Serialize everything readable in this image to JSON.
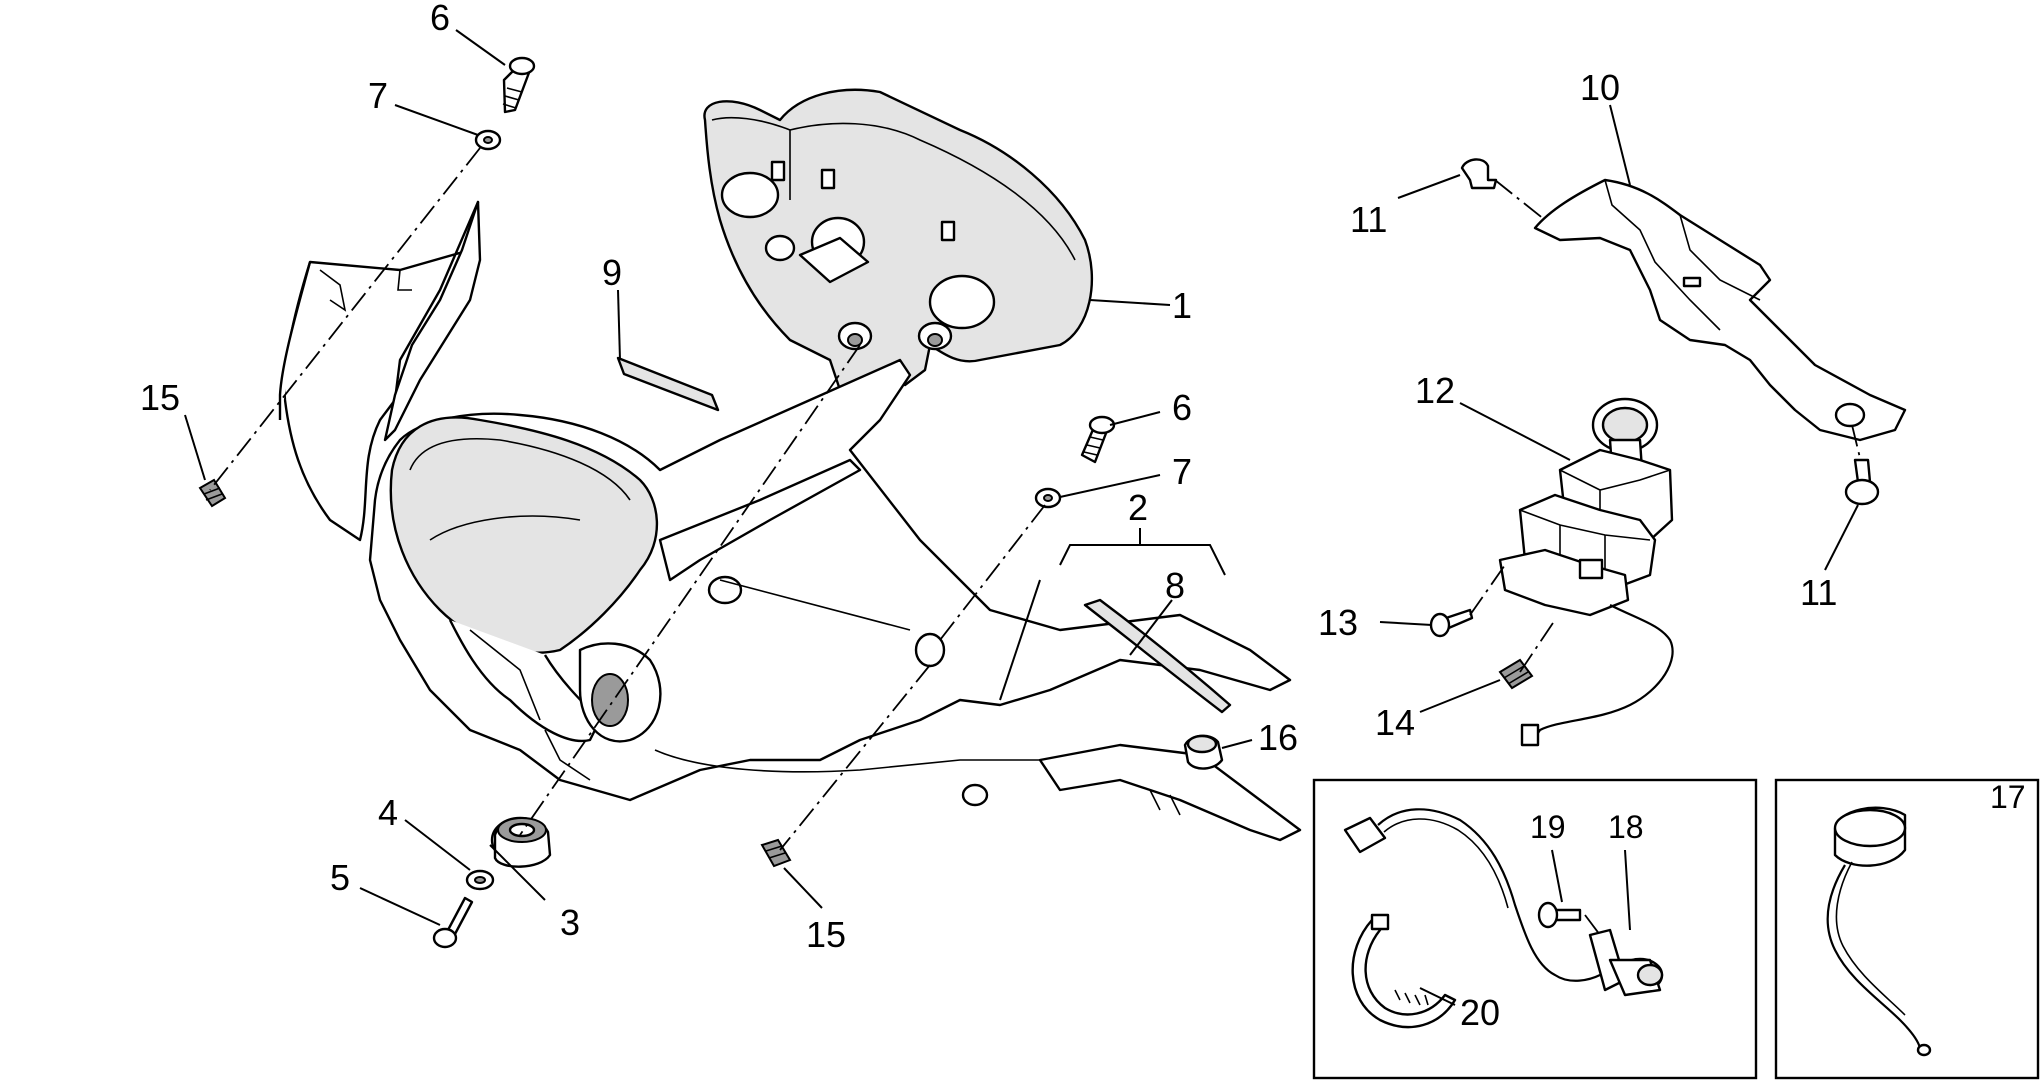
{
  "labels": {
    "p1": "1",
    "p2": "2",
    "p3": "3",
    "p4": "4",
    "p5": "5",
    "p6a": "6",
    "p6b": "6",
    "p7a": "7",
    "p7b": "7",
    "p8": "8",
    "p9": "9",
    "p10": "10",
    "p11a": "11",
    "p11b": "11",
    "p12": "12",
    "p13": "13",
    "p14": "14",
    "p15a": "15",
    "p15b": "15",
    "p16": "16",
    "p17": "17",
    "p18": "18",
    "p19": "19",
    "p20": "20"
  },
  "colors": {
    "line": "#000000",
    "background": "#ffffff",
    "shade": "#e4e4e4"
  }
}
